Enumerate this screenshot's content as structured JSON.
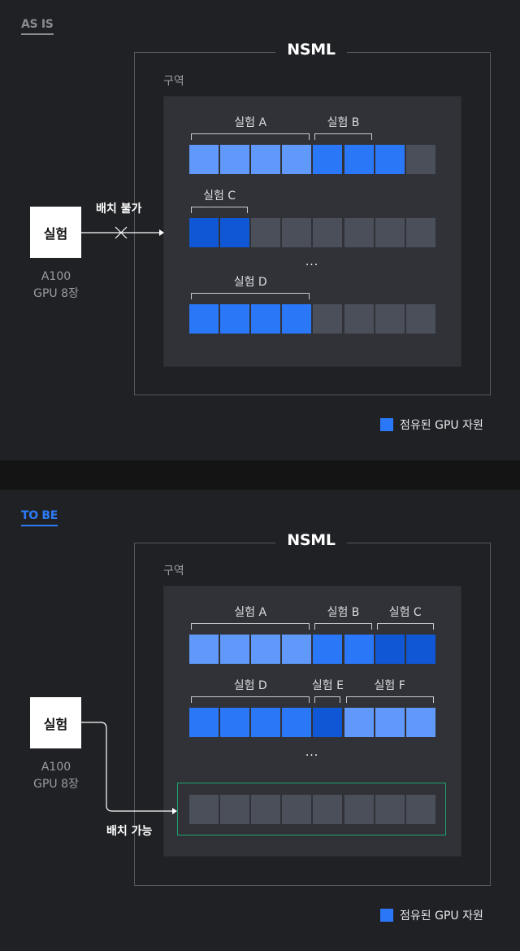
{
  "colors": {
    "light_blue": "#6199fb",
    "mid_blue": "#2a78f8",
    "dark_blue": "#0f57d4",
    "empty_gpu": "#4a4f59",
    "highlight_green": "#1fa36c",
    "tobe_accent": "#2c7bf6"
  },
  "as_is": {
    "section_title": "AS IS",
    "cluster_label": "NSML",
    "zone_label": "구역",
    "new_experiment": {
      "label": "실험",
      "gpu_model": "A100",
      "gpu_count": "GPU 8장"
    },
    "arrow_label": "배치 불가",
    "ellipsis": "···",
    "rows": [
      {
        "cells": [
          "light",
          "light",
          "light",
          "light",
          "mid",
          "mid",
          "mid",
          "empty"
        ],
        "experiments": [
          {
            "label": "실험 A",
            "start": 0,
            "span": 4
          },
          {
            "label": "실험 B",
            "start": 4,
            "span": 2
          }
        ]
      },
      {
        "cells": [
          "dark",
          "dark",
          "empty",
          "empty",
          "empty",
          "empty",
          "empty",
          "empty"
        ],
        "experiments": [
          {
            "label": "실험 C",
            "start": 0,
            "span": 2
          }
        ]
      },
      {
        "cells": [
          "mid",
          "mid",
          "mid",
          "mid",
          "empty",
          "empty",
          "empty",
          "empty"
        ],
        "experiments": [
          {
            "label": "실험 D",
            "start": 0,
            "span": 4
          }
        ]
      }
    ],
    "legend": "점유된 GPU 자원"
  },
  "to_be": {
    "section_title": "TO BE",
    "cluster_label": "NSML",
    "zone_label": "구역",
    "new_experiment": {
      "label": "실험",
      "gpu_model": "A100",
      "gpu_count": "GPU 8장"
    },
    "arrow_label": "배치 가능",
    "ellipsis": "···",
    "rows": [
      {
        "cells": [
          "light",
          "light",
          "light",
          "light",
          "mid",
          "mid",
          "dark",
          "dark"
        ],
        "experiments": [
          {
            "label": "실험 A",
            "start": 0,
            "span": 4
          },
          {
            "label": "실험 B",
            "start": 4,
            "span": 2
          },
          {
            "label": "실험 C",
            "start": 6,
            "span": 2
          }
        ]
      },
      {
        "cells": [
          "mid",
          "mid",
          "mid",
          "mid",
          "dark",
          "light",
          "light",
          "light"
        ],
        "experiments": [
          {
            "label": "실험 D",
            "start": 0,
            "span": 4
          },
          {
            "label": "실험 E",
            "start": 4,
            "span": 1
          },
          {
            "label": "실험 F",
            "start": 5,
            "span": 3
          }
        ]
      },
      {
        "cells": [
          "empty",
          "empty",
          "empty",
          "empty",
          "empty",
          "empty",
          "empty",
          "empty"
        ],
        "experiments": [],
        "highlighted": true
      }
    ],
    "legend": "점유된 GPU 자원"
  }
}
